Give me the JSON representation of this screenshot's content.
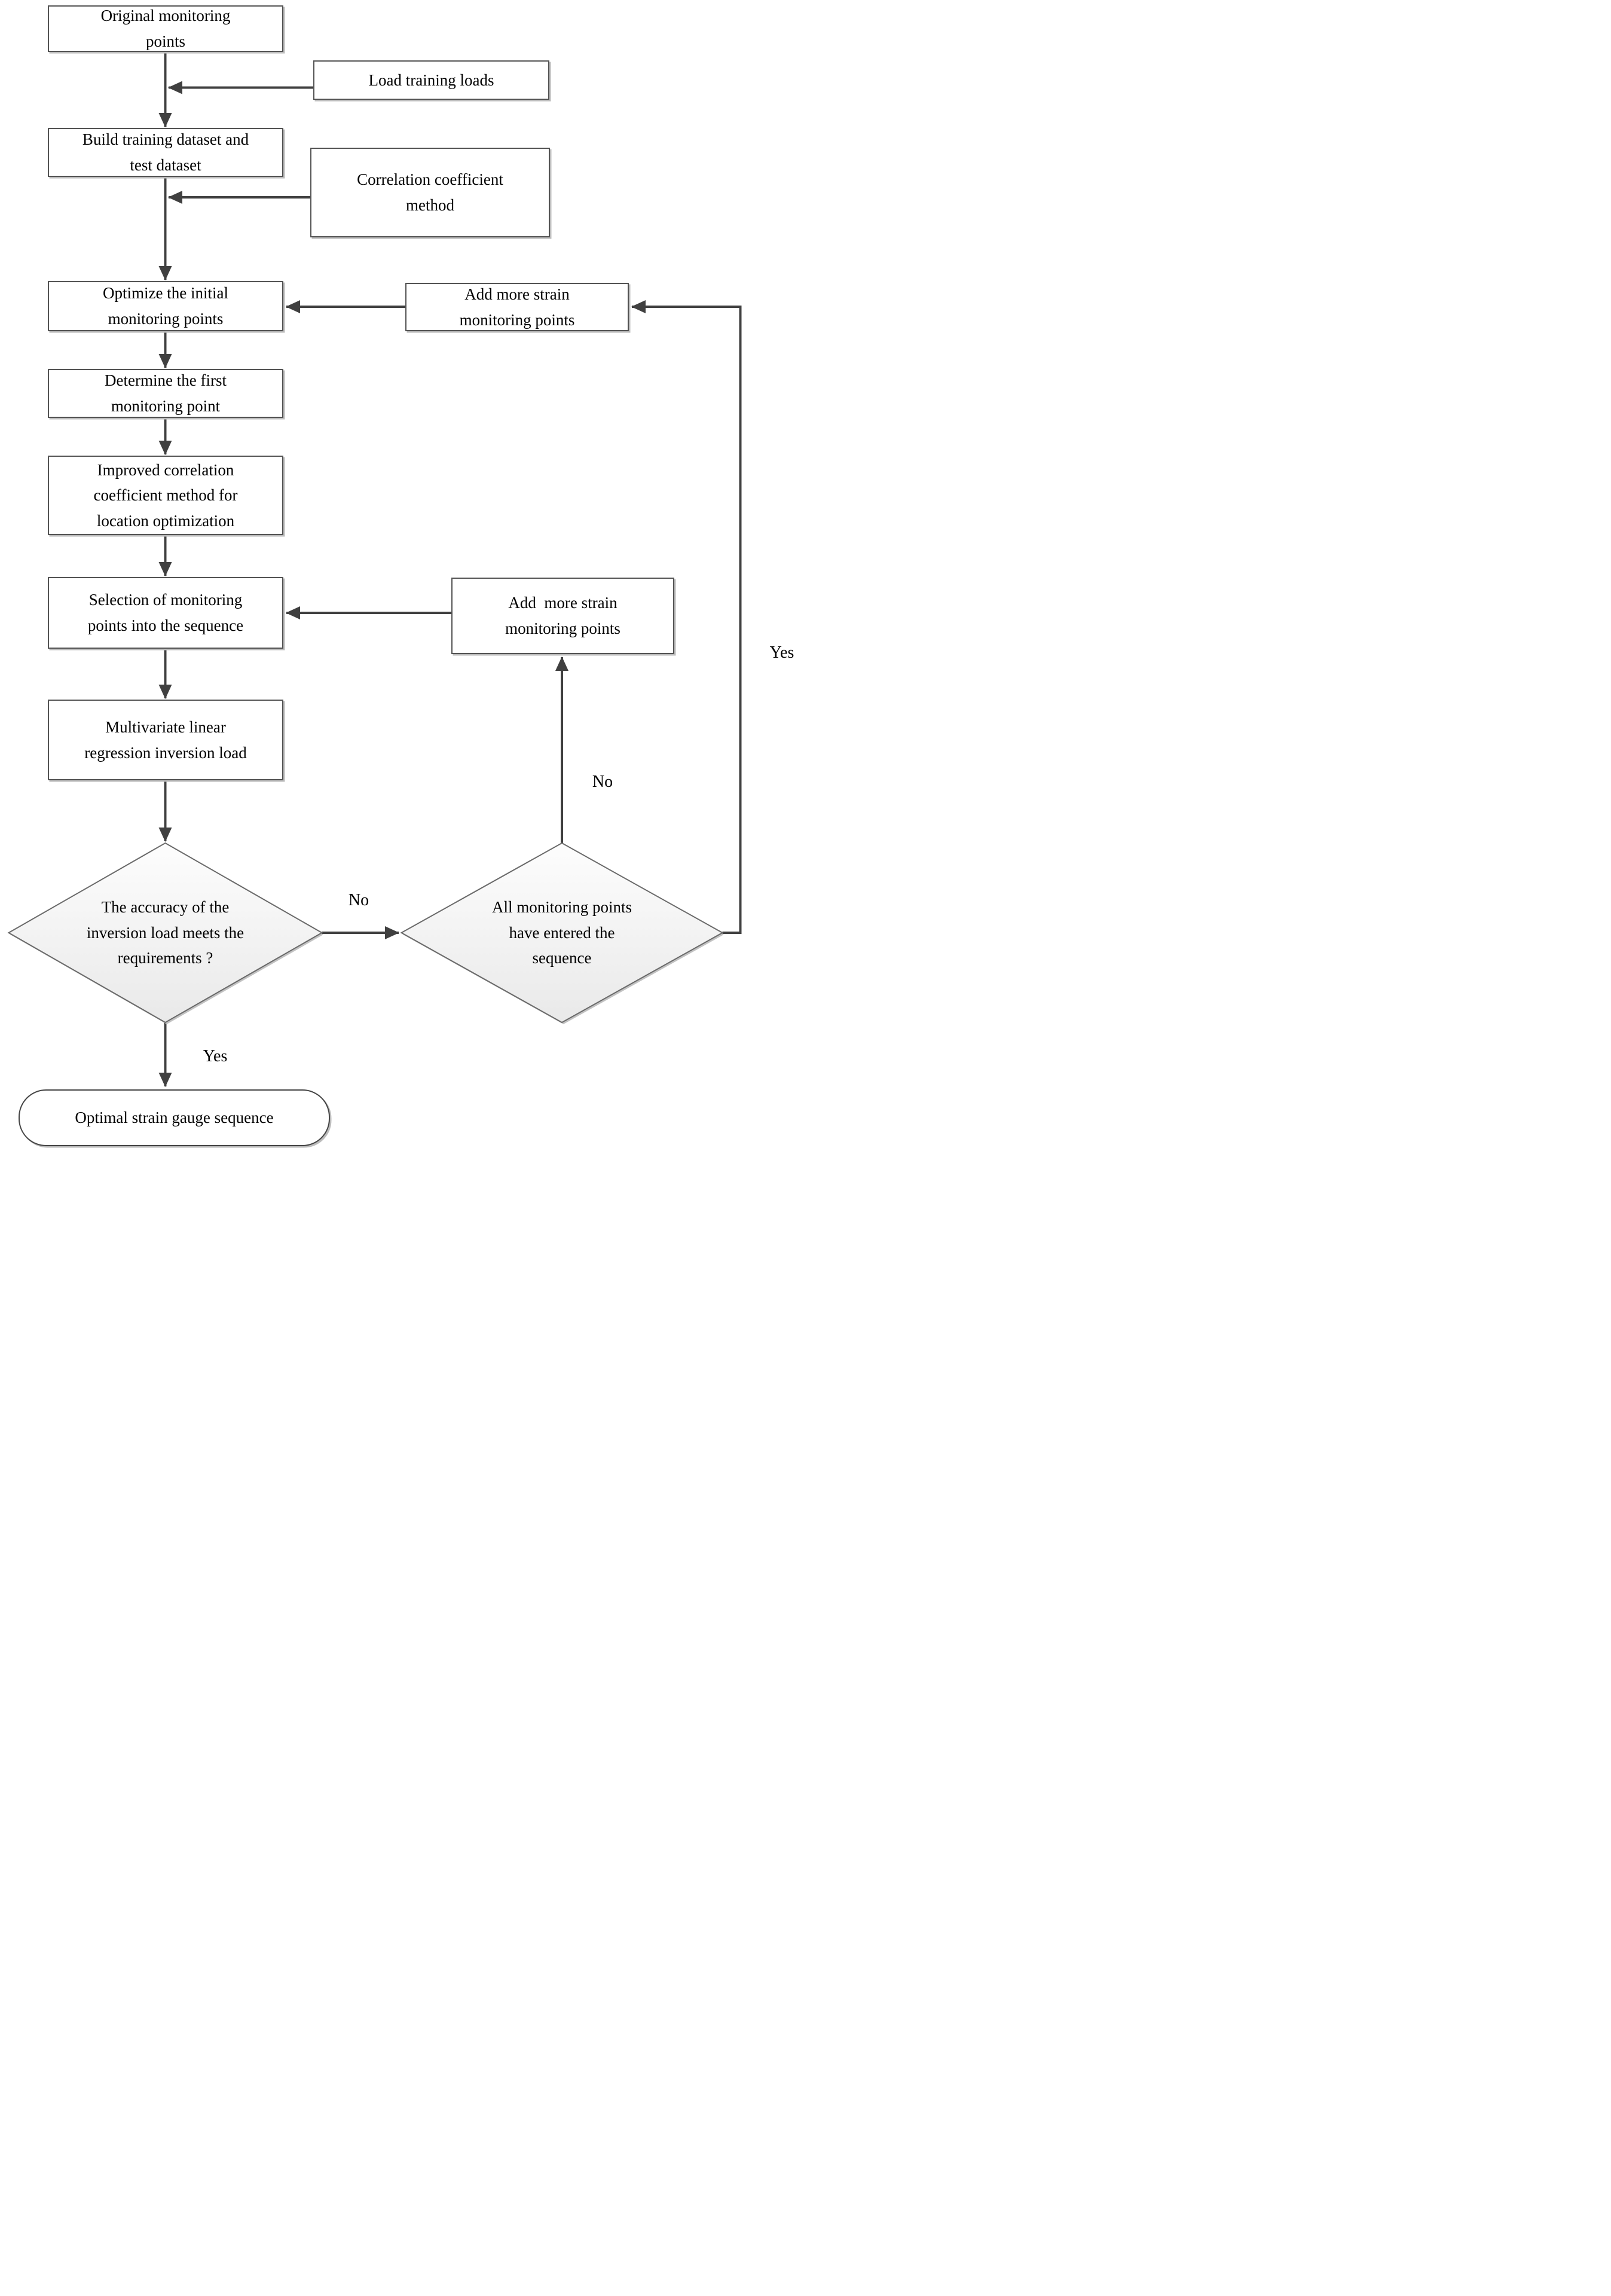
{
  "colors": {
    "background": "#ffffff",
    "box_border": "#545454",
    "arrow": "#404040",
    "text": "#000000",
    "diamond_fill_top": "#fdfdfd",
    "diamond_fill_bottom": "#e9e9e9"
  },
  "nodes": {
    "original": {
      "label": "Original monitoring\npoints"
    },
    "load_training": {
      "label": "Load training loads"
    },
    "build_dataset": {
      "label": "Build training dataset and\ntest dataset"
    },
    "correlation_method": {
      "label": "Correlation coefficient\nmethod"
    },
    "optimize_initial": {
      "label": "Optimize the initial\nmonitoring points"
    },
    "add_strain_top": {
      "label": "Add more strain\nmonitoring points"
    },
    "determine_first": {
      "label": "Determine the first\nmonitoring point"
    },
    "improved_correlation": {
      "label": "Improved correlation\ncoefficient method for\nlocation optimization"
    },
    "selection_sequence": {
      "label": "Selection of monitoring\npoints into the sequence"
    },
    "add_strain_bottom": {
      "label": "Add  more strain\nmonitoring points"
    },
    "multivariate_regression": {
      "label": "Multivariate linear\nregression inversion load"
    },
    "accuracy_decision": {
      "label": "The accuracy of the\ninversion load meets the\nrequirements ?"
    },
    "all_points_decision": {
      "label": "All monitoring points\nhave entered the\nsequence"
    },
    "optimal_sequence": {
      "label": "Optimal strain gauge sequence"
    }
  },
  "edge_labels": {
    "accuracy_no": "No",
    "accuracy_yes": "Yes",
    "all_points_no": "No",
    "all_points_yes": "Yes"
  }
}
